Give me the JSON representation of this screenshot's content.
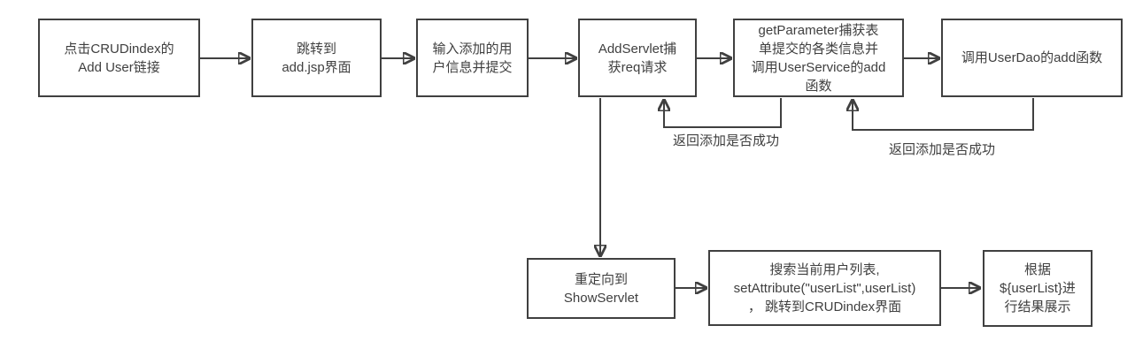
{
  "diagram": {
    "title": "Add User CRUD flow",
    "colors": {
      "line": "#404040",
      "text": "#3f3f3f",
      "node_fill": "#ffffff",
      "background": "#ffffff"
    },
    "nodes": {
      "click_add_user": {
        "lines": [
          "点击CRUDindex的",
          "Add User链接"
        ]
      },
      "jump_addjsp": {
        "lines": [
          "跳转到",
          "add.jsp界面"
        ]
      },
      "input_user_info": {
        "lines": [
          "输入添加的用",
          "户信息并提交"
        ]
      },
      "addservlet_req": {
        "lines": [
          "AddServlet捕",
          "获req请求"
        ]
      },
      "getparameter_service": {
        "lines": [
          "getParameter捕获表",
          "单提交的各类信息并",
          "调用UserService的add",
          "函数"
        ]
      },
      "userdao_add": {
        "lines": [
          "调用UserDao的add函数"
        ]
      },
      "redirect_showservlet": {
        "lines": [
          "重定向到",
          "ShowServlet"
        ]
      },
      "search_userlist": {
        "lines": [
          "搜索当前用户列表,",
          "setAttribute(\"userList\",userList)",
          "， 跳转到CRUDindex界面"
        ]
      },
      "render_result": {
        "lines": [
          "根据",
          "${userList}进",
          "行结果展示"
        ]
      }
    },
    "edge_labels": {
      "return_success_1": "返回添加是否成功",
      "return_success_2": "返回添加是否成功"
    }
  }
}
